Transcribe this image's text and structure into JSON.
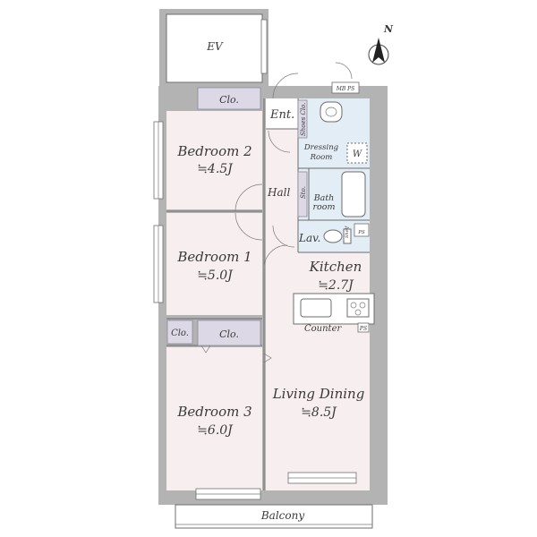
{
  "rooms": {
    "ev": "EV",
    "bedroom2": {
      "name": "Bedroom 2",
      "size": "≒4.5J"
    },
    "bedroom1": {
      "name": "Bedroom 1",
      "size": "≒5.0J"
    },
    "bedroom3": {
      "name": "Bedroom 3",
      "size": "≒6.0J"
    },
    "kitchen": {
      "name": "Kitchen",
      "size": "≒2.7J"
    },
    "living": {
      "name": "Living Dining",
      "size": "≒8.5J"
    },
    "entrance": "Ent.",
    "shoes": "Shoes Clo.",
    "dressing": [
      "Dressing",
      "Room"
    ],
    "washer": "W",
    "hall": "Hall",
    "bath": [
      "Bath",
      "room"
    ],
    "storage": "Sto.",
    "lav": "Lav.",
    "closet": "Clo.",
    "counter": "Counter",
    "ps": "PS",
    "mb_ps": "MB PS",
    "shelf": "Shelf",
    "balcony": "Balcony"
  },
  "compass": {
    "label": "N",
    "icon": "north-arrow-icon"
  },
  "colors": {
    "room_fill": "#f7eeef",
    "wall": "#b3b3b3",
    "wet_area": "#e3edf5",
    "closet": "#dcd8e6"
  }
}
